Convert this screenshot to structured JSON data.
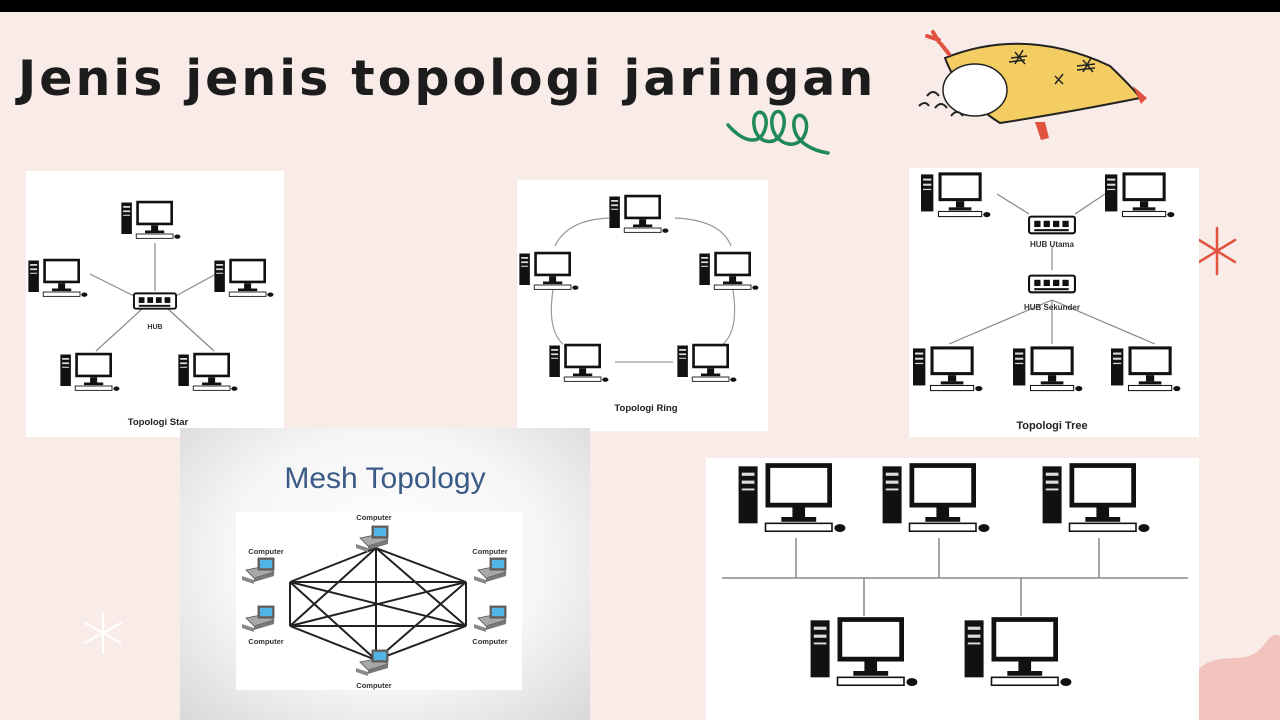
{
  "slide": {
    "title": "Jenis jenis topologi jaringan",
    "colors": {
      "background": "#f9ebe8",
      "accent_green": "#1f8a55",
      "accent_red": "#e0533f",
      "accent_yellow": "#f3cd62"
    }
  },
  "diagrams": {
    "star": {
      "caption": "Topologi Star",
      "hub_label": "HUB"
    },
    "ring": {
      "caption": "Topologi Ring"
    },
    "tree": {
      "caption": "Topologi Tree",
      "hub_main_label": "HUB Utama",
      "hub_secondary_label": "HUB Sekunder"
    },
    "mesh": {
      "title": "Mesh Topology",
      "node_label": "Computer"
    },
    "bus": {}
  },
  "decorations": {
    "icons": [
      "pillow-illustration",
      "green-swirl",
      "red-asterisk",
      "white-asterisk",
      "pink-blob"
    ]
  }
}
